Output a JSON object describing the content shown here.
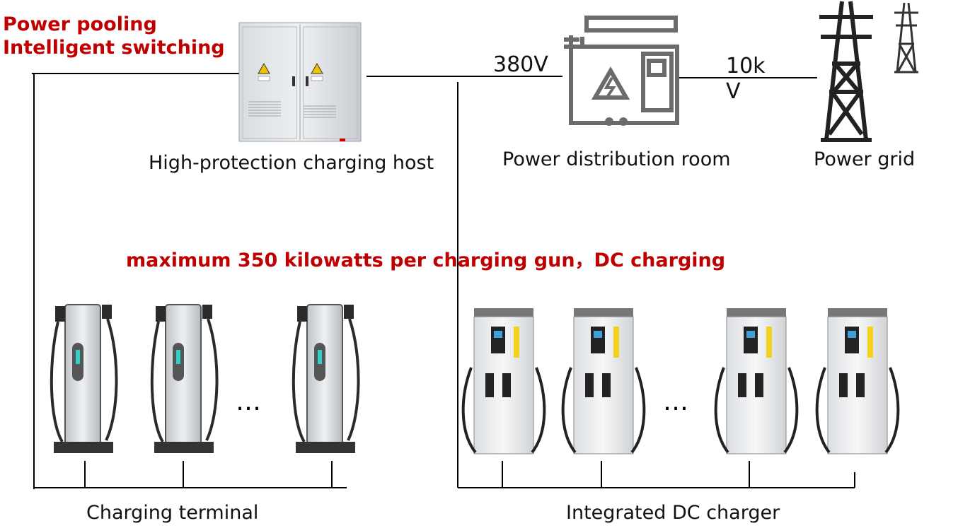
{
  "notes": {
    "pooling_line1": "Power pooling",
    "pooling_line2": "Intelligent switching",
    "max_power": "maximum 350 kilowatts per charging gun，DC  charging"
  },
  "labels": {
    "host": "High-protection charging host",
    "distribution": "Power distribution room",
    "grid": "Power grid",
    "terminal": "Charging terminal",
    "integrated": "Integrated DC charger"
  },
  "voltages": {
    "low": "380V",
    "high_line1": "10k",
    "high_line2": "V"
  },
  "ellipsis": {
    "left": "…",
    "right": "…"
  },
  "colors": {
    "note_red": "#c00000",
    "line": "#000000",
    "icon_gray": "#6b6b6b"
  },
  "icons": {
    "host": "charging-cabinet-icon",
    "distribution": "power-distribution-room-icon",
    "grid": "transmission-tower-icon",
    "terminal": "charging-terminal-icon",
    "integrated": "dc-charger-icon"
  }
}
